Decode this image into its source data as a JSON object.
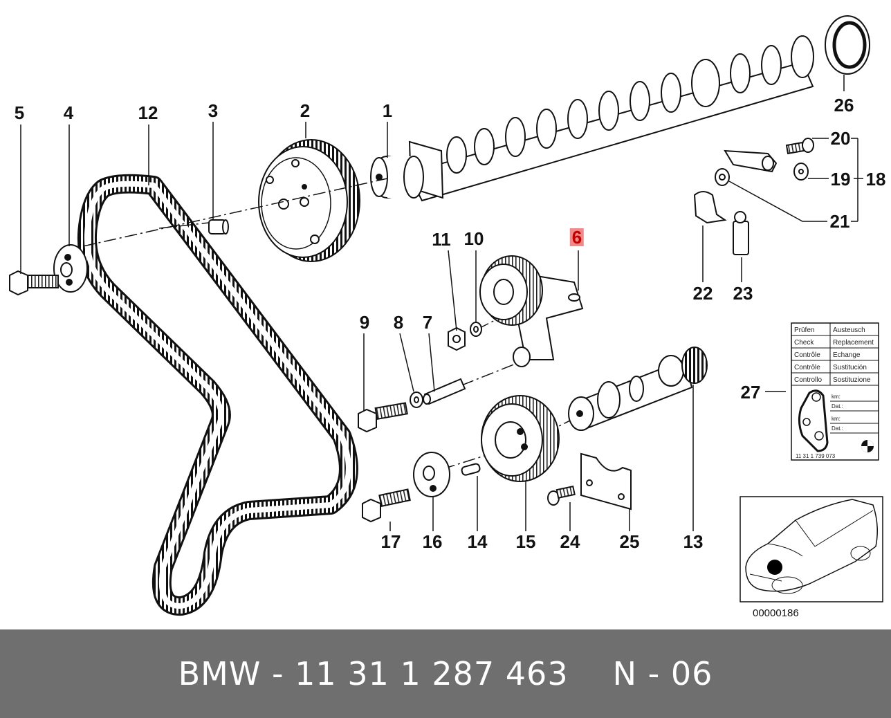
{
  "callouts": [
    {
      "id": "p5",
      "label": "5"
    },
    {
      "id": "p4",
      "label": "4"
    },
    {
      "id": "p12",
      "label": "12"
    },
    {
      "id": "p3",
      "label": "3"
    },
    {
      "id": "p2",
      "label": "2"
    },
    {
      "id": "p1",
      "label": "1"
    },
    {
      "id": "p26",
      "label": "26"
    },
    {
      "id": "p20",
      "label": "20"
    },
    {
      "id": "p19",
      "label": "19"
    },
    {
      "id": "p18",
      "label": "18"
    },
    {
      "id": "p21",
      "label": "21"
    },
    {
      "id": "p11",
      "label": "11"
    },
    {
      "id": "p10",
      "label": "10"
    },
    {
      "id": "p6",
      "label": "6",
      "highlighted": true
    },
    {
      "id": "p22",
      "label": "22"
    },
    {
      "id": "p23",
      "label": "23"
    },
    {
      "id": "p9",
      "label": "9"
    },
    {
      "id": "p8",
      "label": "8"
    },
    {
      "id": "p7",
      "label": "7"
    },
    {
      "id": "p27",
      "label": "27"
    },
    {
      "id": "p17",
      "label": "17"
    },
    {
      "id": "p16",
      "label": "16"
    },
    {
      "id": "p14",
      "label": "14"
    },
    {
      "id": "p15",
      "label": "15"
    },
    {
      "id": "p24",
      "label": "24"
    },
    {
      "id": "p25",
      "label": "25"
    },
    {
      "id": "p13",
      "label": "13"
    }
  ],
  "service_card": {
    "rows": [
      [
        "Prüfen",
        "Austeusch"
      ],
      [
        "Check",
        "Replacement"
      ],
      [
        "Contrôle",
        "Echange"
      ],
      [
        "Contrôle",
        "Sustitución"
      ],
      [
        "Controllo",
        "Sostituzione"
      ]
    ],
    "fields": [
      "km:",
      "Dat.:",
      "km:",
      "Dat.:"
    ],
    "part_code": "11 31 1 739 073",
    "logo": "bmw-roundel-icon"
  },
  "reference_number": "00000186",
  "footer": {
    "brand_part": "BMW - 11 31 1 287 463",
    "position": "N - 06"
  },
  "colors": {
    "highlight_bg": "#f08a8a",
    "highlight_text": "#c00000",
    "footer_bg": "#6f6f6f"
  }
}
